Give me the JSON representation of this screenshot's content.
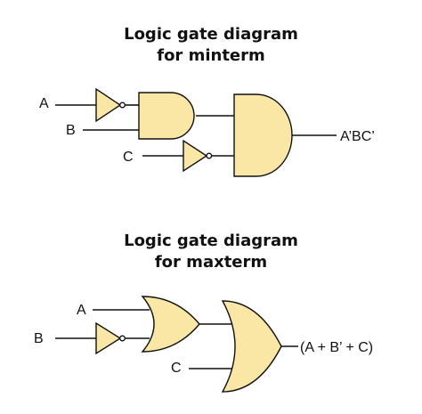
{
  "colors": {
    "gate_fill": "#FBE7A5",
    "stroke": "#111111",
    "background": "#FFFFFF"
  },
  "minterm": {
    "title_line1": "Logic gate diagram",
    "title_line2": "for minterm",
    "input_a": "A",
    "input_b": "B",
    "input_c": "C",
    "output": "A’BC’"
  },
  "maxterm": {
    "title_line1": "Logic gate diagram",
    "title_line2": "for maxterm",
    "input_a": "A",
    "input_b": "B",
    "input_c": "C",
    "output": "(A + B’ + C)"
  }
}
